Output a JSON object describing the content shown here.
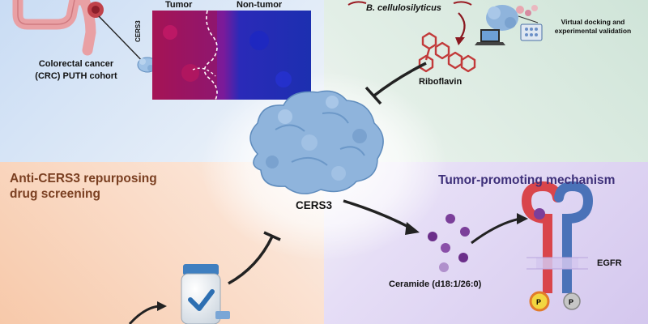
{
  "panels": {
    "cohort": {
      "label_line1": "Colorectal cancer",
      "label_line2": "(CRC) PUTH cohort"
    },
    "heatmap": {
      "tumor_label": "Tumor",
      "nontumor_label": "Non-tumor",
      "ylabel": "CERS3"
    },
    "bacteria": {
      "label": "B. cellulosilyticus",
      "docking_line1": "Virtual docking and",
      "docking_line2": "experimental validation",
      "product_label": "Riboflavin"
    },
    "screening": {
      "title_line1": "Anti-CERS3 repurposing",
      "title_line2": "drug screening"
    },
    "center": {
      "protein_label": "CERS3"
    },
    "mechanism": {
      "title": "Tumor-promoting mechanism",
      "ceramide_label": "Ceramide (d18:1/26:0)",
      "receptor_label": "EGFR",
      "phospho_left": "P",
      "phospho_right": "P"
    }
  },
  "colors": {
    "tl_bg": "#c9dcf4",
    "tr_bg": "#cfe4d8",
    "bl_bg": "#f7c9aa",
    "br_bg": "#d4c7ee",
    "screening_title": "#7a3f21",
    "mechanism_title": "#3d2f79",
    "protein": "#8fb4dc",
    "molecule": "#c23a3a",
    "ceramide": "#7b3f9a",
    "egfr_red": "#d9454b",
    "egfr_blue": "#4a72b8"
  },
  "icons": [
    "colon-icon",
    "protein-icon",
    "microscopy-image",
    "molecule-icon",
    "laptop-icon",
    "bacteria-icon",
    "drug-bottle-icon",
    "checkmark-icon",
    "ceramide-dots",
    "egfr-receptor-icon",
    "inhibition-arrow",
    "activation-arrow"
  ]
}
